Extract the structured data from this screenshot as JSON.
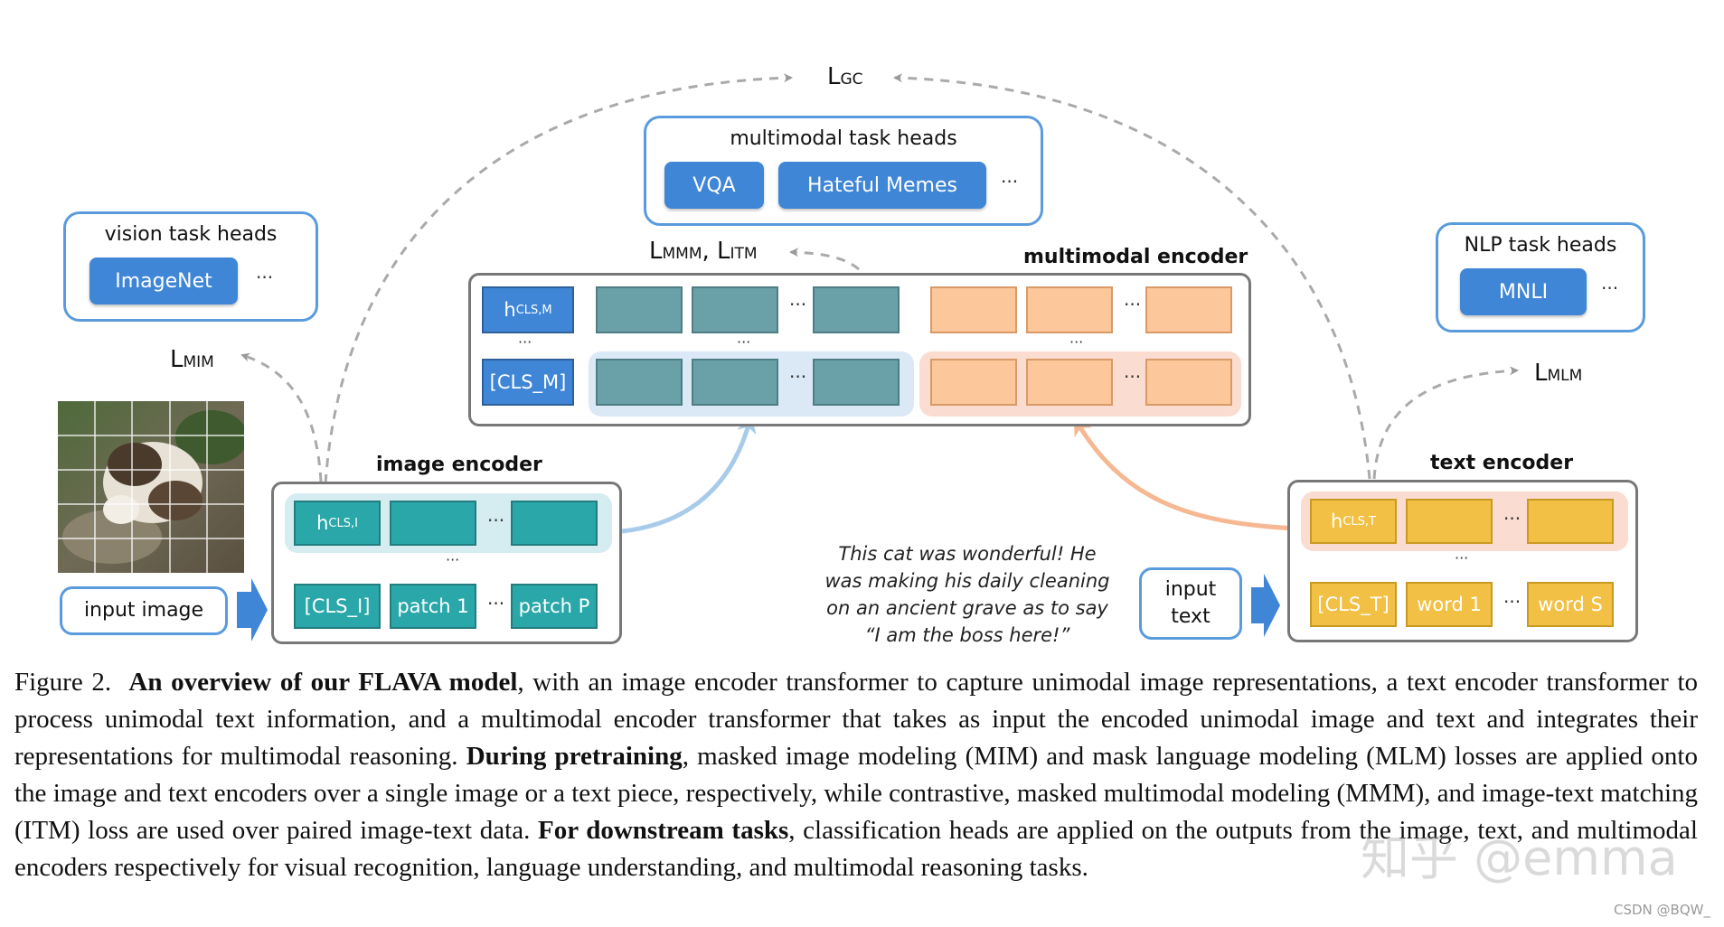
{
  "losses": {
    "gc": {
      "main": "L",
      "sub": "GC"
    },
    "mmm_itm": {
      "main": "L",
      "sub": "MMM",
      "sep": ", L",
      "sub2": "ITM"
    },
    "mim": {
      "main": "L",
      "sub": "MIM"
    },
    "mlm": {
      "main": "L",
      "sub": "MLM"
    }
  },
  "multimodal_heads": {
    "title": "multimodal task heads",
    "items": [
      "VQA",
      "Hateful Memes"
    ],
    "more": "···"
  },
  "vision_heads": {
    "title": "vision task heads",
    "items": [
      "ImageNet"
    ],
    "more": "···"
  },
  "nlp_heads": {
    "title": "NLP task heads",
    "items": [
      "MNLI"
    ],
    "more": "···"
  },
  "multimodal_encoder": {
    "title": "multimodal encoder",
    "h_main": "h",
    "h_sub": "CLS,M",
    "cls": "[CLS_M]"
  },
  "image_encoder": {
    "title": "image encoder",
    "h_main": "h",
    "h_sub": "CLS,I",
    "tokens": [
      "[CLS_I]",
      "patch 1",
      "patch P"
    ]
  },
  "text_encoder": {
    "title": "text encoder",
    "h_main": "h",
    "h_sub": "CLS,T",
    "tokens": [
      "[CLS_T]",
      "word 1",
      "word S"
    ]
  },
  "dots": "···",
  "input_image_label": "input image",
  "input_text_label": [
    "input",
    "text"
  ],
  "quote_lines": [
    "This cat was wonderful! He",
    "was making his daily cleaning",
    "on an ancient grave as to say",
    "“I am the boss here!”"
  ],
  "caption": {
    "fig_label": "Figure 2.",
    "bold1": "An overview of our FLAVA model",
    "text1": ", with an image encoder transformer to capture unimodal image representations, a text encoder transformer to process unimodal text information, and a multimodal encoder transformer that takes as input the encoded unimodal image and text and integrates their representations for multimodal reasoning. ",
    "bold2": "During pretraining",
    "text2": ", masked image modeling (MIM) and mask language modeling (MLM) losses are applied onto the image and text encoders over a single image or a text piece, respectively, while contrastive, masked multimodal modeling (MMM), and image-text matching (ITM) loss are used over paired image-text data. ",
    "bold3": "For downstream tasks",
    "text3": ", classification heads are applied on the outputs from the image, text, and multimodal encoders respectively for visual recognition, language understanding, and multimodal reasoning tasks."
  },
  "watermark": "知乎 @emma",
  "credit": "CSDN @BQW_",
  "colors": {
    "blue": "#3f86d6",
    "teal": "#2aa7a9",
    "grey_teal": "#6aa0a8",
    "orange": "#fbc79b",
    "gold": "#f2c044",
    "panel_border": "#5a9bdd"
  }
}
